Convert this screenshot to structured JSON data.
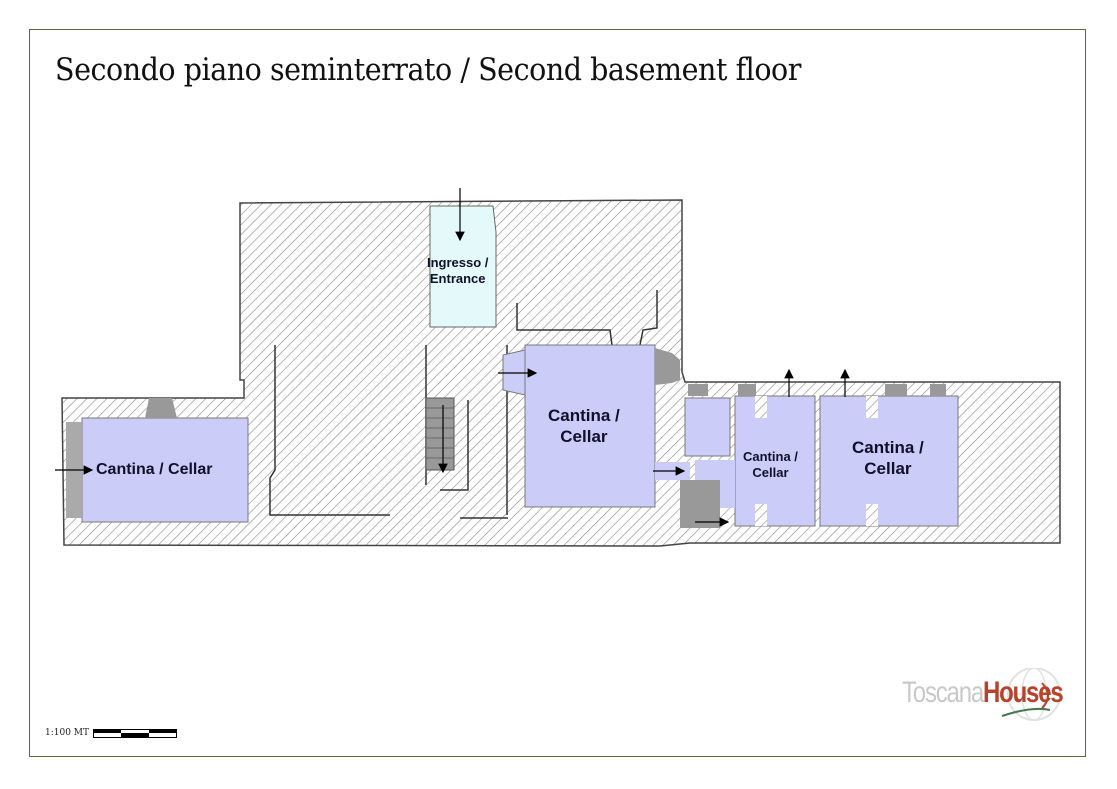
{
  "title": "Secondo piano seminterrato / Second basement floor",
  "rooms": {
    "entrance": {
      "line1": "Ingresso /",
      "line2": "Entrance"
    },
    "cellar_west": {
      "label": "Cantina / Cellar"
    },
    "cellar_center": {
      "line1": "Cantina /",
      "line2": "Cellar"
    },
    "cellar_east_small": {
      "line1": "Cantina /",
      "line2": "Cellar"
    },
    "cellar_east_large": {
      "line1": "Cantina /",
      "line2": "Cellar"
    }
  },
  "scale": {
    "label": "1:100 MT"
  },
  "logo": {
    "part1": "Toscana",
    "part2": "Houses"
  },
  "colors": {
    "room_fill": "#ccccf8",
    "entrance_fill": "#e4fafa",
    "wall_hatch": "#8a8a8a",
    "frame_border": "#5a6b3e",
    "logo_red": "#b8432b",
    "logo_grey": "#c9c9c9"
  }
}
